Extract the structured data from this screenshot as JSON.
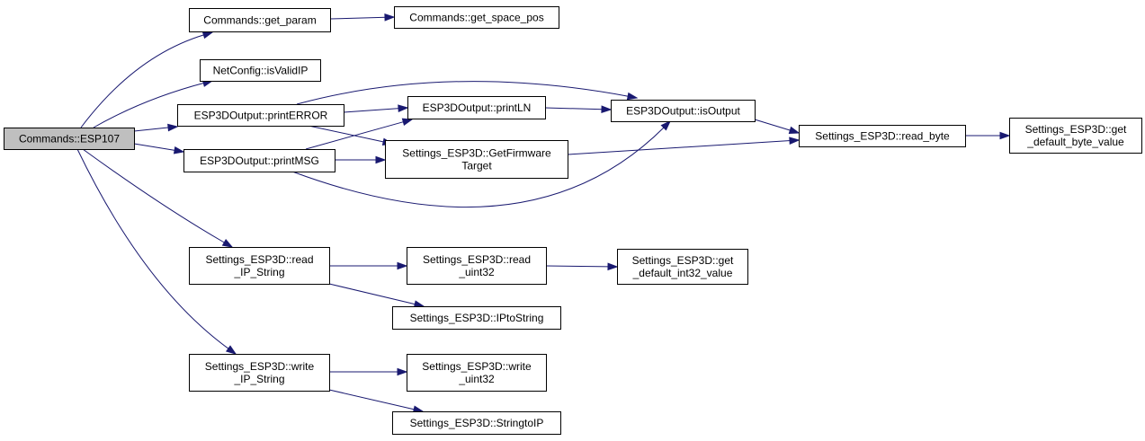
{
  "graph": {
    "edge_color": "#191970",
    "root_fill": "#bfbfbf",
    "nodes": [
      {
        "id": "esp107",
        "lines": [
          "Commands::ESP107"
        ],
        "root": true
      },
      {
        "id": "get_param",
        "lines": [
          "Commands::get_param"
        ]
      },
      {
        "id": "get_space_pos",
        "lines": [
          "Commands::get_space_pos"
        ]
      },
      {
        "id": "isValidIP",
        "lines": [
          "NetConfig::isValidIP"
        ]
      },
      {
        "id": "printERROR",
        "lines": [
          "ESP3DOutput::printERROR"
        ]
      },
      {
        "id": "printLN",
        "lines": [
          "ESP3DOutput::printLN"
        ]
      },
      {
        "id": "isOutput",
        "lines": [
          "ESP3DOutput::isOutput"
        ]
      },
      {
        "id": "read_byte",
        "lines": [
          "Settings_ESP3D::read_byte"
        ]
      },
      {
        "id": "get_default_byte_value",
        "lines": [
          "Settings_ESP3D::get",
          "_default_byte_value"
        ]
      },
      {
        "id": "printMSG",
        "lines": [
          "ESP3DOutput::printMSG"
        ]
      },
      {
        "id": "GetFirmwareTarget",
        "lines": [
          "Settings_ESP3D::GetFirmware",
          "Target"
        ]
      },
      {
        "id": "read_IP_String",
        "lines": [
          "Settings_ESP3D::read",
          "_IP_String"
        ]
      },
      {
        "id": "read_uint32",
        "lines": [
          "Settings_ESP3D::read",
          "_uint32"
        ]
      },
      {
        "id": "get_default_int32_value",
        "lines": [
          "Settings_ESP3D::get",
          "_default_int32_value"
        ]
      },
      {
        "id": "IPtoString",
        "lines": [
          "Settings_ESP3D::IPtoString"
        ]
      },
      {
        "id": "write_IP_String",
        "lines": [
          "Settings_ESP3D::write",
          "_IP_String"
        ]
      },
      {
        "id": "write_uint32",
        "lines": [
          "Settings_ESP3D::write",
          "_uint32"
        ]
      },
      {
        "id": "StringtoIP",
        "lines": [
          "Settings_ESP3D::StringtoIP"
        ]
      }
    ],
    "edges": [
      {
        "from": "esp107",
        "to": "get_param"
      },
      {
        "from": "get_param",
        "to": "get_space_pos"
      },
      {
        "from": "esp107",
        "to": "isValidIP"
      },
      {
        "from": "esp107",
        "to": "printERROR"
      },
      {
        "from": "printERROR",
        "to": "printLN"
      },
      {
        "from": "printERROR",
        "to": "isOutput"
      },
      {
        "from": "printERROR",
        "to": "GetFirmwareTarget"
      },
      {
        "from": "printLN",
        "to": "isOutput"
      },
      {
        "from": "isOutput",
        "to": "read_byte"
      },
      {
        "from": "read_byte",
        "to": "get_default_byte_value"
      },
      {
        "from": "esp107",
        "to": "printMSG"
      },
      {
        "from": "printMSG",
        "to": "printLN"
      },
      {
        "from": "printMSG",
        "to": "GetFirmwareTarget"
      },
      {
        "from": "printMSG",
        "to": "isOutput"
      },
      {
        "from": "GetFirmwareTarget",
        "to": "read_byte"
      },
      {
        "from": "esp107",
        "to": "read_IP_String"
      },
      {
        "from": "read_IP_String",
        "to": "read_uint32"
      },
      {
        "from": "read_uint32",
        "to": "get_default_int32_value"
      },
      {
        "from": "read_IP_String",
        "to": "IPtoString"
      },
      {
        "from": "esp107",
        "to": "write_IP_String"
      },
      {
        "from": "write_IP_String",
        "to": "write_uint32"
      },
      {
        "from": "write_IP_String",
        "to": "StringtoIP"
      }
    ]
  }
}
